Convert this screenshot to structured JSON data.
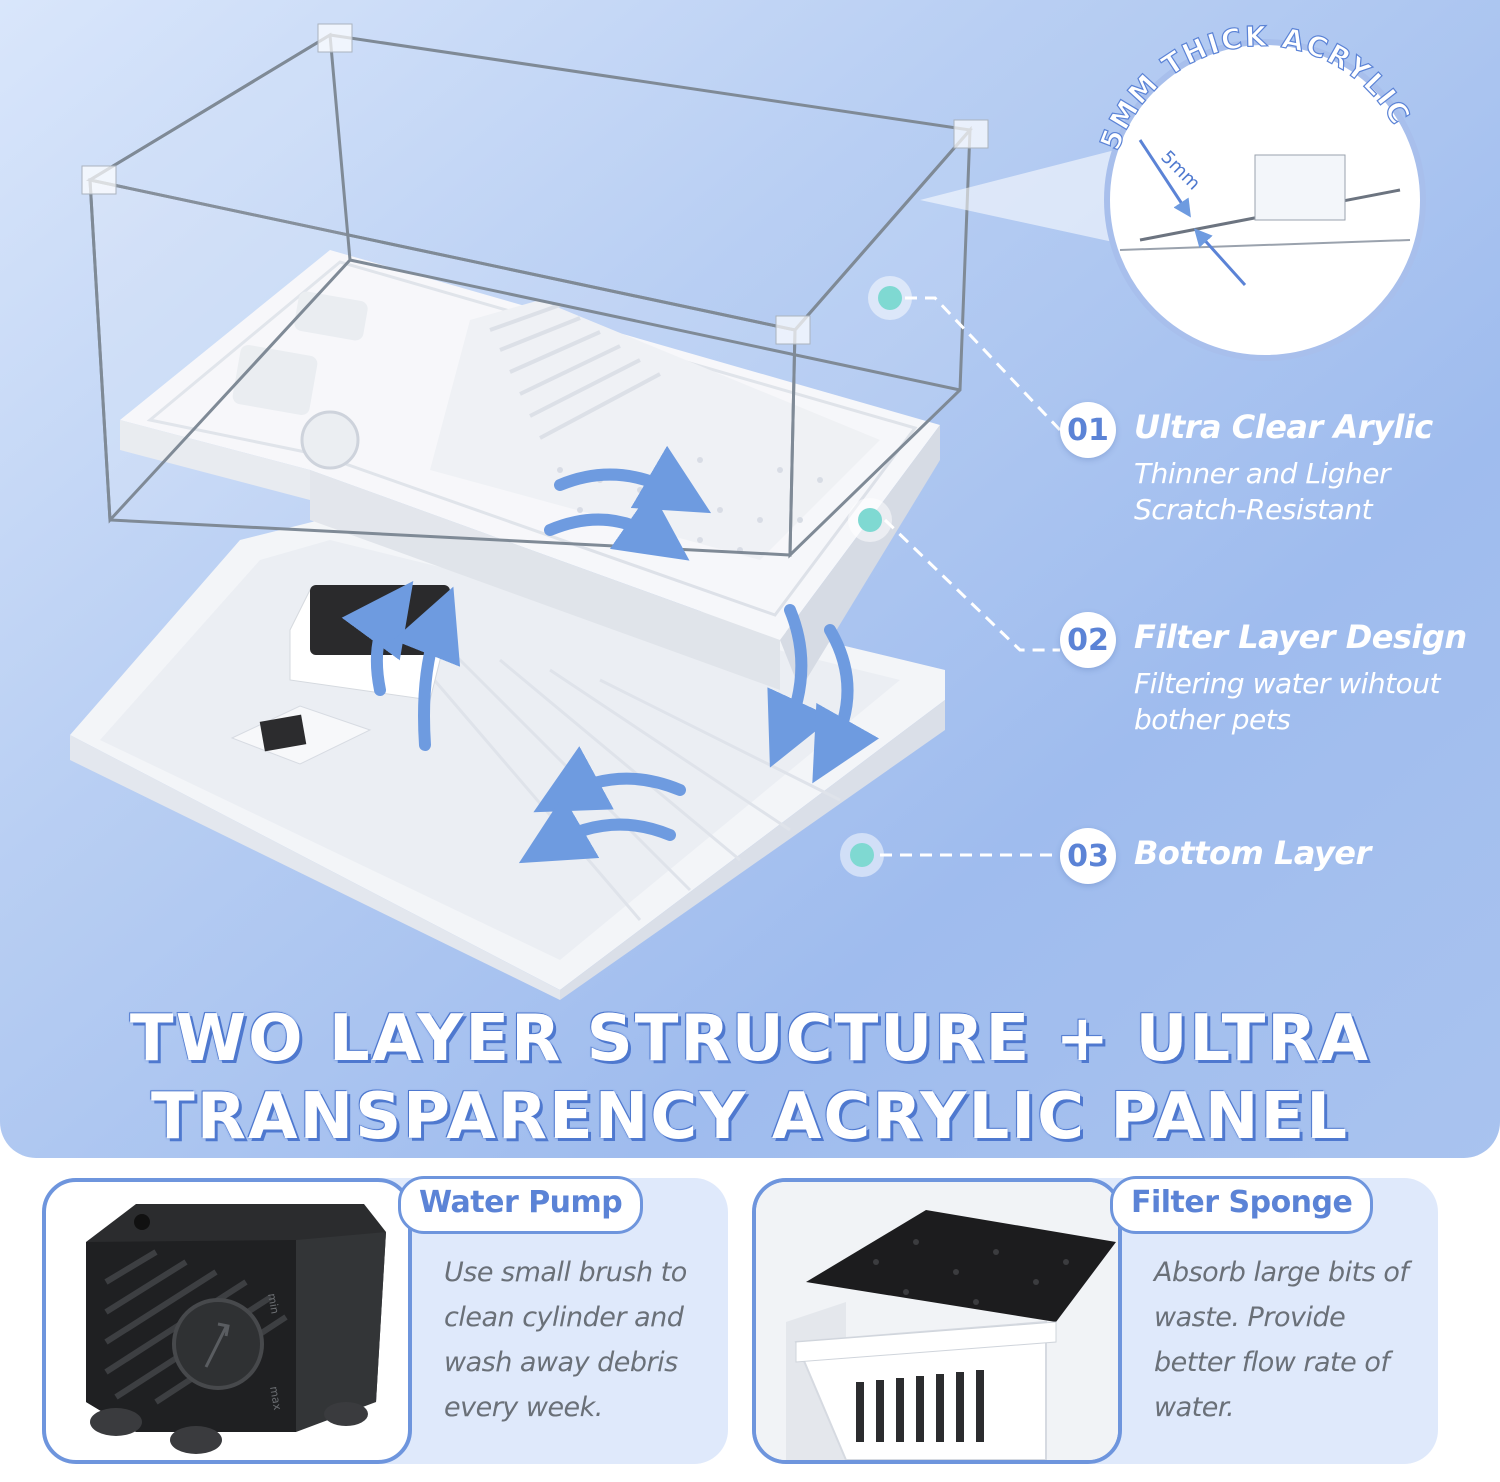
{
  "badge": {
    "text": "5MM THICK ACRYLIC",
    "measure": "5mm"
  },
  "callouts": [
    {
      "num": "01",
      "title": "Ultra Clear Arylic",
      "desc": "Thinner and Ligher Scratch-Resistant"
    },
    {
      "num": "02",
      "title": "Filter Layer Design",
      "desc": "Filtering water wihtout bother pets"
    },
    {
      "num": "03",
      "title": "Bottom Layer",
      "desc": ""
    }
  ],
  "headline": {
    "line1": "TWO LAYER STRUCTURE + ULTRA",
    "line2": "TRANSPARENCY ACRYLIC PANEL"
  },
  "features": [
    {
      "tag": "Water Pump",
      "desc": "Use small brush to clean cylinder and wash away debris every week.",
      "pump_labels": {
        "min": "min",
        "max": "max"
      }
    },
    {
      "tag": "Filter Sponge",
      "desc": "Absorb large bits of waste. Provide better flow rate of water."
    }
  ],
  "colors": {
    "accent": "#5b83d6",
    "teal_dot": "#7fd9d2",
    "arrow": "#6e9be0",
    "background": "#b9cff3"
  }
}
